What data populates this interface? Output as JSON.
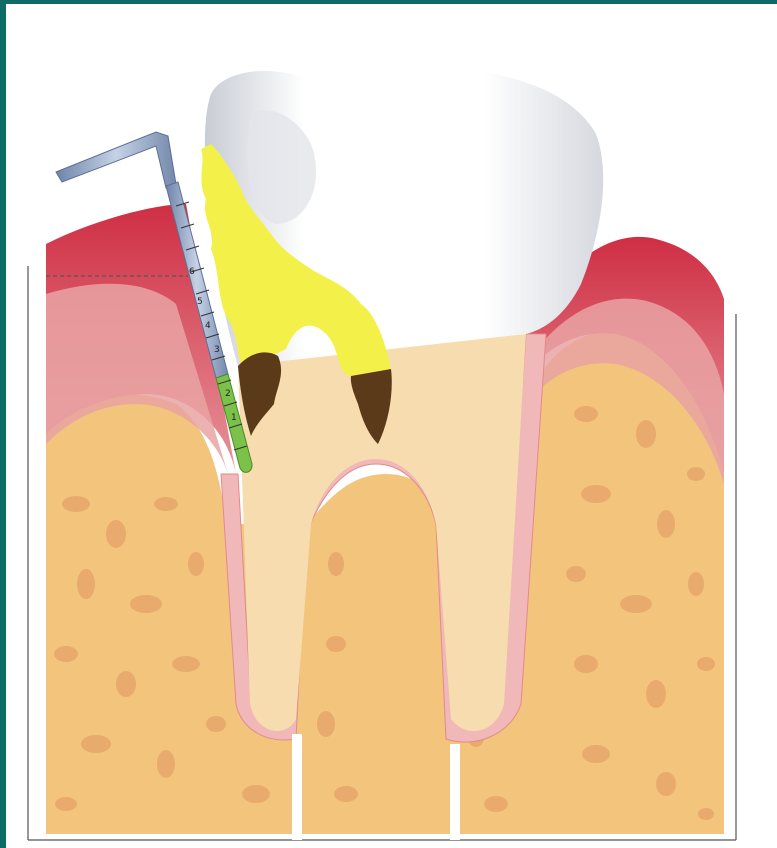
{
  "figure": {
    "colors": {
      "enamel": "#ffffff",
      "enamel_shade": "#d9dbe0",
      "dentin": "#f6dcae",
      "bone": "#f2c47c",
      "bone_spot": "#e8a86c",
      "gum": "#cf2e43",
      "gum_inner": "#e9a3a3",
      "plaque": "#f4f04a",
      "calculus": "#5a3a18",
      "ligament": "#f0b8b8",
      "probe": "#8ea4c6",
      "probe_tip": "#7cc24a",
      "frame_border": "#0e6b66"
    },
    "probe_marks": [
      "1",
      "2",
      "3",
      "4",
      "5",
      "6"
    ],
    "icons": [
      "periodontal-probe-icon",
      "tooth-icon"
    ]
  }
}
